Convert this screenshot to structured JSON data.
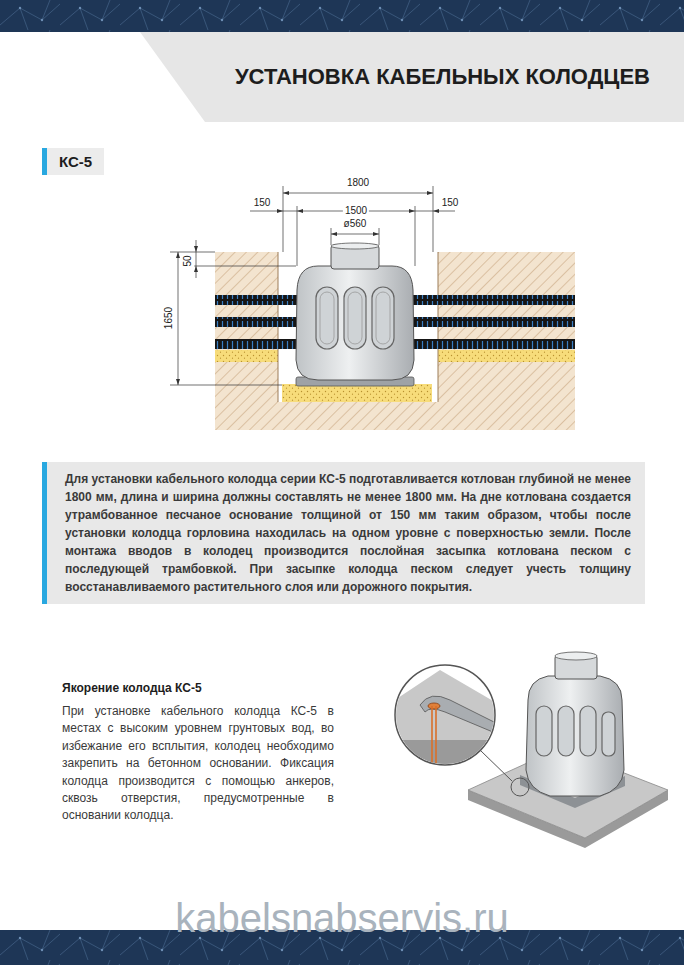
{
  "diagram": {
    "title": "УСТАНОВКА КАБЕЛЬНЫХ КОЛОДЦЕВ",
    "nodes": [
      {
        "text": [
          "КС-5"
        ]
      },
      {
        "text": [
          "Для установки кабельного колодца серии КС-5 подготавливается котлован глубиной не менее 1800 мм, длина и ширина должны составлять не менее 1800 мм. На дне котлована создается утрамбованное песчаное основание толщиной от 150 мм таким образом, чтобы после установки колодца горловина находилась на одном уровне с поверхностью земли. После монтажа вводов в колодец производится послойная засыпка котлована песком с последующей трамбовкой. При засыпке колодца песком следует учесть толщину восстанавливаемого растительного слоя или дорожного покрытия."
        ]
      }
    ],
    "labels": [
      "1800",
      "150",
      "1500",
      "150",
      "ø560",
      "50",
      "1650",
      "Якорение колодца КС-5",
      "При установке кабельного колодца КС-5 в местах с высоким уровнем грунтовых вод, во избежание его всплытия, колодец необходимо закрепить на бетонном основании. Фиксация колодца производится с помощью анкеров, сквозь отверстия, предусмотренные в основании колодца.",
      "kabelsnabservis.ru"
    ]
  }
}
